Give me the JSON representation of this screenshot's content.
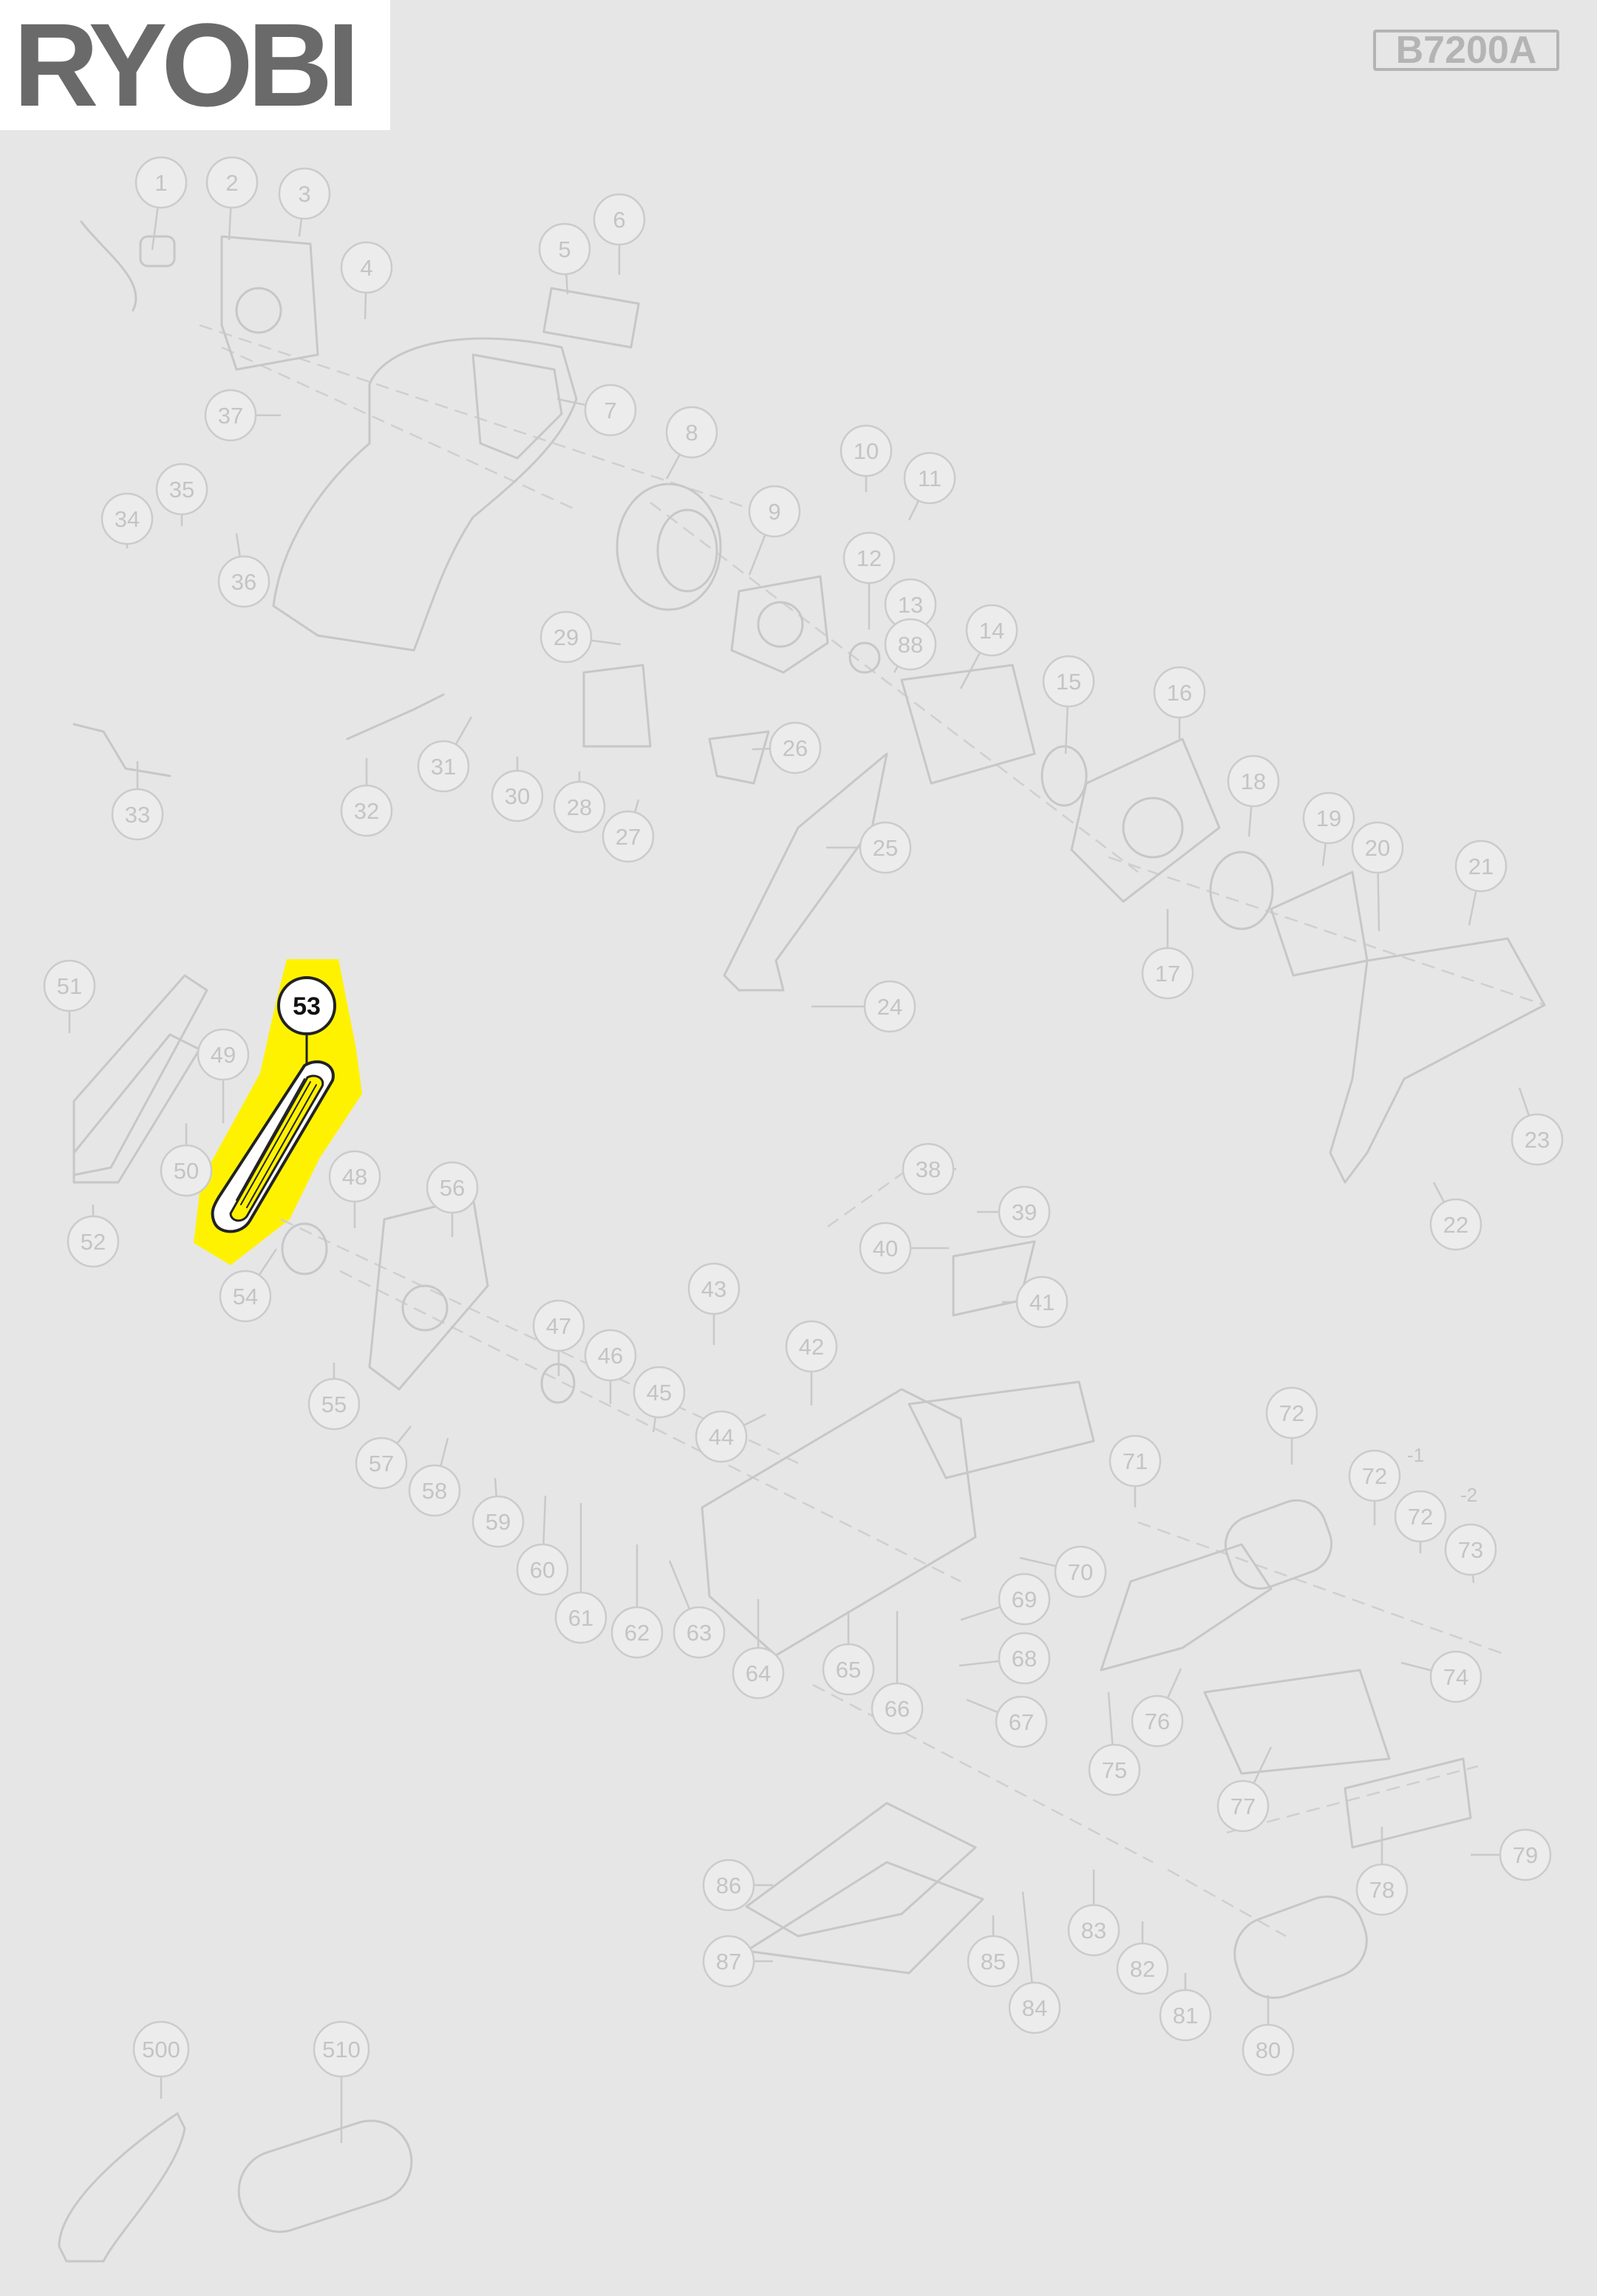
{
  "brand": "RYOBI",
  "model": "B7200A",
  "colors": {
    "highlight": "#fff200",
    "background": "#e6e6e6",
    "line": "#c7c7c7"
  },
  "highlighted_part": "53",
  "parts": [
    "1",
    "2",
    "3",
    "4",
    "5",
    "6",
    "7",
    "8",
    "9",
    "10",
    "11",
    "12",
    "13",
    "14",
    "15",
    "16",
    "17",
    "18",
    "19",
    "20",
    "21",
    "22",
    "23",
    "24",
    "25",
    "26",
    "27",
    "28",
    "29",
    "30",
    "31",
    "32",
    "33",
    "34",
    "35",
    "36",
    "37",
    "38",
    "39",
    "40",
    "41",
    "42",
    "43",
    "44",
    "45",
    "46",
    "47",
    "48",
    "49",
    "50",
    "51",
    "52",
    "53",
    "54",
    "55",
    "56",
    "57",
    "58",
    "59",
    "60",
    "61",
    "62",
    "63",
    "64",
    "65",
    "66",
    "67",
    "68",
    "69",
    "70",
    "71",
    "72",
    "72",
    "72",
    "73",
    "74",
    "75",
    "76",
    "77",
    "78",
    "79",
    "80",
    "81",
    "82",
    "83",
    "84",
    "85",
    "86",
    "87",
    "88",
    "500",
    "510"
  ],
  "suffixes": [
    "-1",
    "-2"
  ]
}
